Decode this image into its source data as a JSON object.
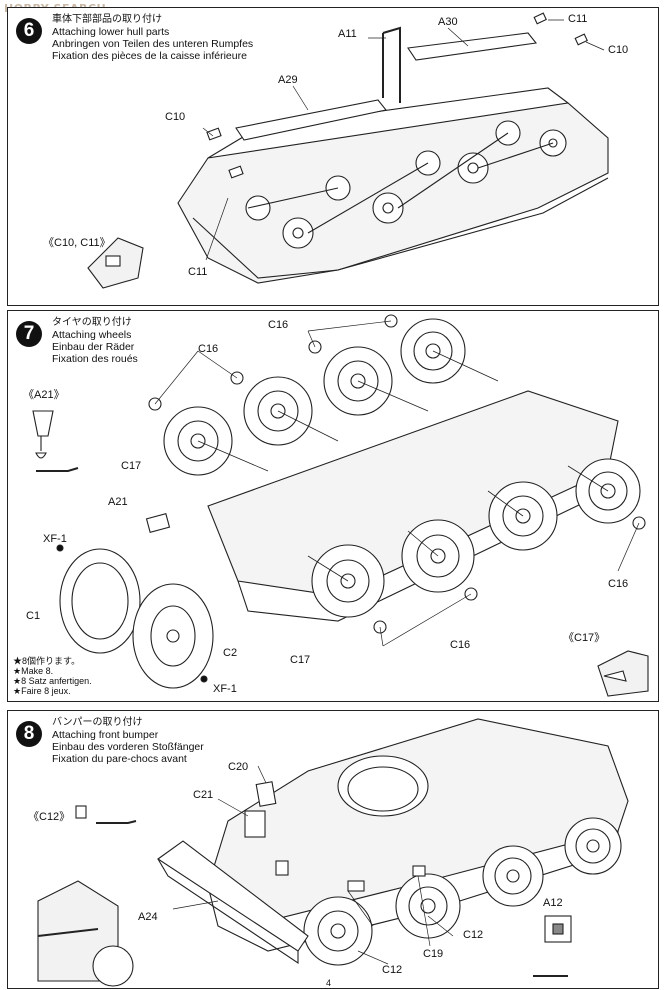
{
  "watermark": "HOBBY SEARCH",
  "steps": [
    {
      "number": "6",
      "title_jp": "車体下部部品の取り付け",
      "title_en": "Attaching lower hull parts",
      "title_de": "Anbringen von Teilen des unteren Rumpfes",
      "title_fr": "Fixation des pièces de la caisse inférieure",
      "parts": {
        "a11": "A11",
        "a30": "A30",
        "c11_top": "C11",
        "c10_top": "C10",
        "a29": "A29",
        "c10_left": "C10",
        "c11_bottom": "C11"
      },
      "detail": "《C10, C11》"
    },
    {
      "number": "7",
      "title_jp": "タイヤの取り付け",
      "title_en": "Attaching wheels",
      "title_de": "Einbau der Räder",
      "title_fr": "Fixation des roués",
      "parts": {
        "c16_a": "C16",
        "c16_b": "C16",
        "c16_c": "C16",
        "c16_d": "C16",
        "c17_a": "C17",
        "a21": "A21",
        "xf1_a": "XF-1",
        "c1": "C1",
        "c2": "C2",
        "xf1_b": "XF-1",
        "c17_b": "C17"
      },
      "detail_a21": "《A21》",
      "detail_c17": "《C17》",
      "note_lines": [
        "★8個作ります。",
        "★Make 8.",
        "★8 Satz anfertigen.",
        "★Faire 8 jeux."
      ]
    },
    {
      "number": "8",
      "title_jp": "バンパーの取り付け",
      "title_en": "Attaching front bumper",
      "title_de": "Einbau des vorderen Stoßfänger",
      "title_fr": "Fixation du pare-chocs avant",
      "parts": {
        "c20": "C20",
        "c21": "C21",
        "a24": "A24",
        "c12_a": "C12",
        "c19": "C19",
        "c12_b": "C12",
        "a12": "A12"
      },
      "detail": "《C12》"
    }
  ],
  "page_number": "4"
}
